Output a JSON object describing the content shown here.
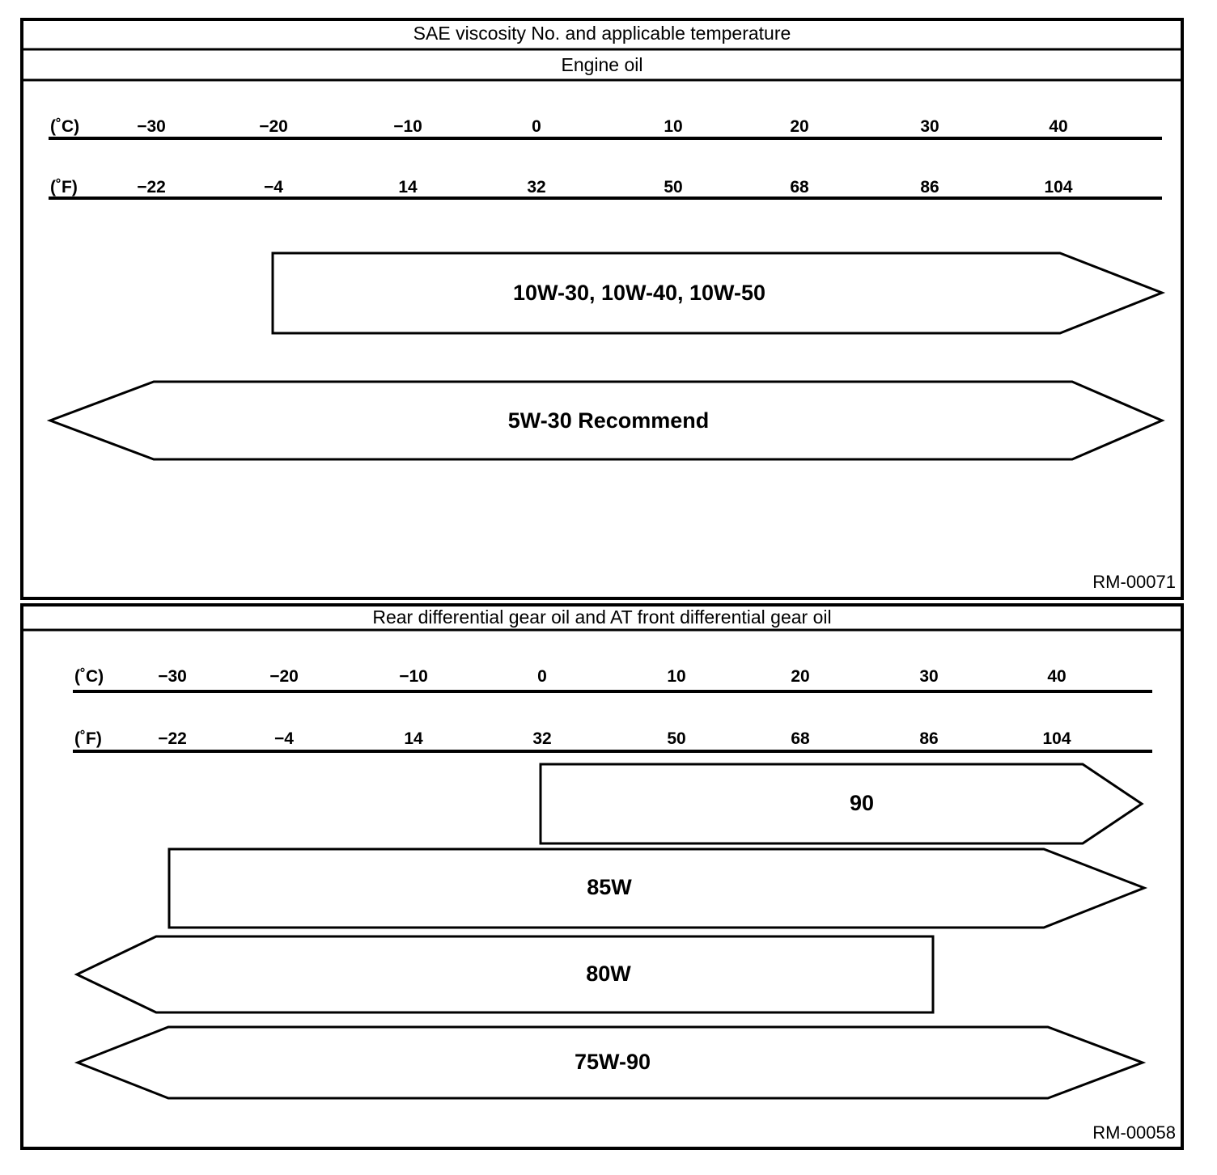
{
  "figure": {
    "engine_oil": {
      "title": "SAE viscosity No. and applicable temperature",
      "subtitle": "Engine oil",
      "ref_code": "RM-00071",
      "scale": {
        "c_unit": "(˚C)",
        "f_unit": "(˚F)",
        "c": [
          "−30",
          "−20",
          "−10",
          "0",
          "10",
          "20",
          "30",
          "40"
        ],
        "f": [
          "−22",
          "−4",
          "14",
          "32",
          "50",
          "68",
          "86",
          "104"
        ]
      },
      "bars": {
        "multigrade": "10W-30, 10W-40, 10W-50",
        "recommend": "5W-30 Recommend"
      }
    },
    "gear_oil": {
      "title": "Rear differential gear oil and AT front differential gear oil",
      "ref_code": "RM-00058",
      "scale": {
        "c_unit": "(˚C)",
        "f_unit": "(˚F)",
        "c": [
          "−30",
          "−20",
          "−10",
          "0",
          "10",
          "20",
          "30",
          "40"
        ],
        "f": [
          "−22",
          "−4",
          "14",
          "32",
          "50",
          "68",
          "86",
          "104"
        ]
      },
      "bars": {
        "b90": "90",
        "b85w": "85W",
        "b80w": "80W",
        "b75w90": "75W-90"
      }
    }
  },
  "chart_data": [
    {
      "type": "range-bar",
      "title": "SAE viscosity No. and applicable temperature",
      "subtitle": "Engine oil",
      "ref": "RM-00071",
      "x_axis": {
        "celsius_ticks": [
          -30,
          -20,
          -10,
          0,
          10,
          20,
          30,
          40
        ],
        "fahrenheit_ticks": [
          -22,
          -4,
          14,
          32,
          50,
          68,
          86,
          104
        ],
        "celsius_range_shown": [
          -38,
          48
        ]
      },
      "bars": [
        {
          "label": "10W-30, 10W-40, 10W-50",
          "from_c": -20,
          "to_c": 48,
          "arrow_left": false,
          "arrow_right": true
        },
        {
          "label": "5W-30 Recommend",
          "from_c": -38,
          "to_c": 48,
          "arrow_left": true,
          "arrow_right": true
        }
      ]
    },
    {
      "type": "range-bar",
      "title": "Rear differential gear oil and AT front differential gear oil",
      "ref": "RM-00058",
      "x_axis": {
        "celsius_ticks": [
          -30,
          -20,
          -10,
          0,
          10,
          20,
          30,
          40
        ],
        "fahrenheit_ticks": [
          -22,
          -4,
          14,
          32,
          50,
          68,
          86,
          104
        ],
        "celsius_range_shown": [
          -38,
          48
        ]
      },
      "bars": [
        {
          "label": "90",
          "from_c": 0,
          "to_c": 46,
          "arrow_left": false,
          "arrow_right": true
        },
        {
          "label": "85W",
          "from_c": -30,
          "to_c": 46,
          "arrow_left": false,
          "arrow_right": true
        },
        {
          "label": "80W",
          "from_c": -36,
          "to_c": 30,
          "arrow_left": true,
          "arrow_right": false
        },
        {
          "label": "75W-90",
          "from_c": -36,
          "to_c": 46,
          "arrow_left": true,
          "arrow_right": true
        }
      ]
    }
  ]
}
